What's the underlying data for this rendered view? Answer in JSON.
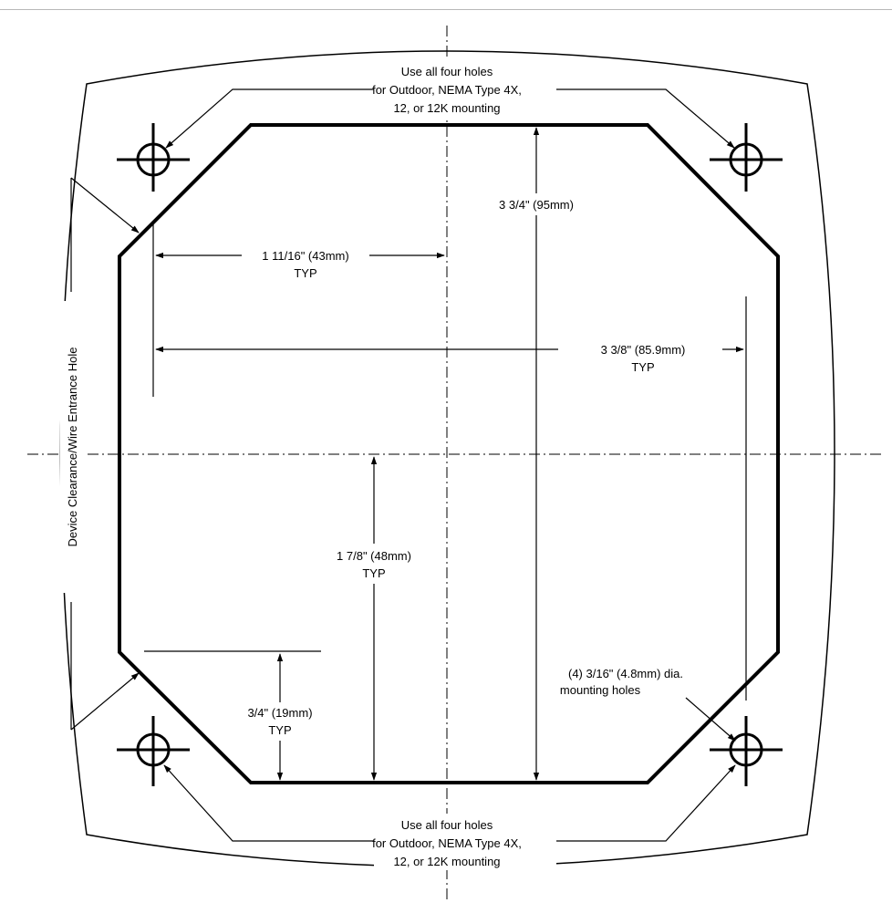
{
  "header": {
    "title": ""
  },
  "diagram": {
    "labels": {
      "top_note_line1": "Use all four holes",
      "top_note_line2": "for Outdoor, NEMA Type 4X,",
      "top_note_line3": "12, or 12K mounting",
      "bottom_note_line1": "Use all four holes",
      "bottom_note_line2": "for Outdoor, NEMA Type 4X,",
      "bottom_note_line3": "12, or 12K mounting",
      "dim_height": "3 3/4\" (95mm)",
      "dim_left_offset": "1 11/16\" (43mm)",
      "dim_left_offset_typ": "TYP",
      "dim_hole_span": "3 3/8\" (85.9mm)",
      "dim_hole_span_typ": "TYP",
      "dim_half_height": "1 7/8\" (48mm)",
      "dim_half_height_typ": "TYP",
      "dim_corner": "3/4\" (19mm)",
      "dim_corner_typ": "TYP",
      "holes_line1": "(4) 3/16\" (4.8mm) dia.",
      "holes_line2": "mounting holes",
      "side_label": "Device Clearance/Wire Entrance Hole"
    },
    "stroke_color": "#000000",
    "background_color": "#ffffff"
  }
}
